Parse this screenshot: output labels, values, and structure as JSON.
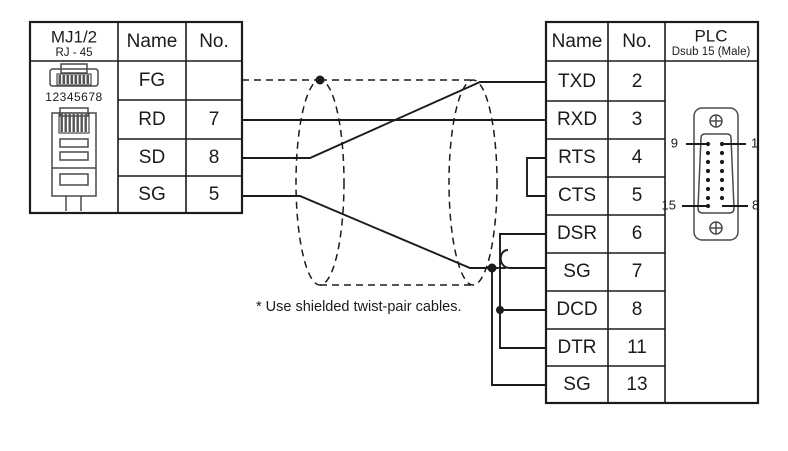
{
  "diagram": {
    "note": "* Use shielded twist-pair cables."
  },
  "left_table": {
    "title": "MJ1/2",
    "subtitle": "RJ - 45",
    "connector_pin_labels": "12345678",
    "columns": [
      "Name",
      "No."
    ],
    "rows": [
      {
        "name": "FG",
        "no": ""
      },
      {
        "name": "RD",
        "no": "7"
      },
      {
        "name": "SD",
        "no": "8"
      },
      {
        "name": "SG",
        "no": "5"
      }
    ]
  },
  "right_table": {
    "title": "PLC",
    "subtitle": "Dsub 15 (Male)",
    "columns": [
      "Name",
      "No."
    ],
    "rows": [
      {
        "name": "TXD",
        "no": "2"
      },
      {
        "name": "RXD",
        "no": "3"
      },
      {
        "name": "RTS",
        "no": "4"
      },
      {
        "name": "CTS",
        "no": "5"
      },
      {
        "name": "DSR",
        "no": "6"
      },
      {
        "name": "SG",
        "no": "7"
      },
      {
        "name": "DCD",
        "no": "8"
      },
      {
        "name": "DTR",
        "no": "11"
      },
      {
        "name": "SG",
        "no": "13"
      }
    ],
    "dsub_pin_labels": {
      "top_left": "9",
      "top_right": "1",
      "bottom_left": "15",
      "bottom_right": "8"
    }
  },
  "colors": {
    "ink": "#1b1b1b",
    "connector_outline": "#4a4a4a",
    "background": "#ffffff"
  }
}
